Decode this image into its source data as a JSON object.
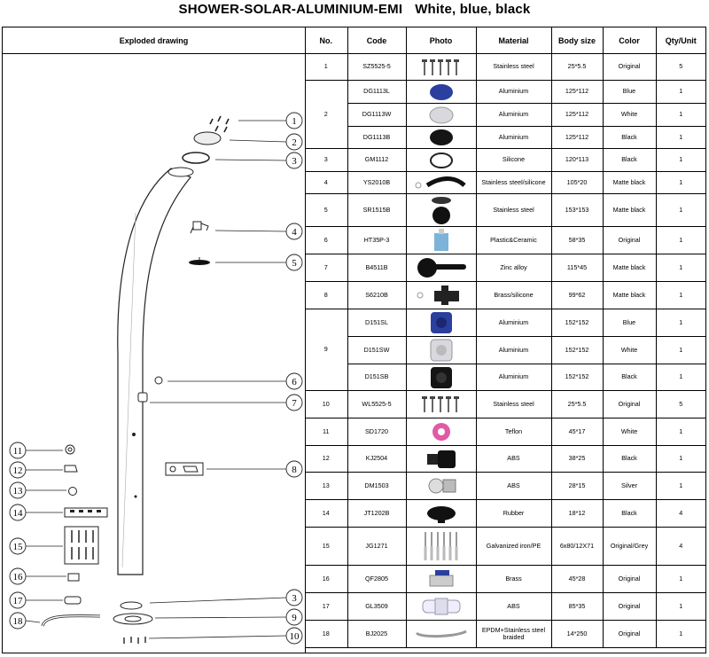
{
  "title": "SHOWER-SOLAR-ALUMINIUM-EMI",
  "variants": "White, blue, black",
  "columns": {
    "drawing": "Exploded drawing",
    "no": "No.",
    "code": "Code",
    "photo": "Photo",
    "material": "Material",
    "size": "Body size",
    "color": "Color",
    "qty": "Qty/Unit"
  },
  "drawing_callouts": [
    "1",
    "2",
    "3",
    "4",
    "5",
    "6",
    "7",
    "8",
    "3",
    "9",
    "10",
    "11",
    "12",
    "13",
    "14",
    "15",
    "16",
    "17",
    "18"
  ],
  "parts": [
    {
      "no": "1",
      "code": "SZ5525-5",
      "photo": "screws-icon",
      "material": "Stainless steel",
      "size": "25*5.5",
      "color": "Original",
      "qty": "5"
    },
    {
      "no": "2",
      "code": "DG1113L",
      "photo": "cap-blue-icon",
      "material": "Aluminium",
      "size": "125*112",
      "color": "Blue",
      "qty": "1"
    },
    {
      "no": "",
      "code": "DG1113W",
      "photo": "cap-white-icon",
      "material": "Aluminium",
      "size": "125*112",
      "color": "White",
      "qty": "1"
    },
    {
      "no": "",
      "code": "DG1113B",
      "photo": "cap-black-icon",
      "material": "Aluminium",
      "size": "125*112",
      "color": "Black",
      "qty": "1"
    },
    {
      "no": "3",
      "code": "GM1112",
      "photo": "gasket-icon",
      "material": "Silicone",
      "size": "120*113",
      "color": "Black",
      "qty": "1"
    },
    {
      "no": "4",
      "code": "YS2010B",
      "photo": "shower-arm-icon",
      "material": "Stainless steel/silicone",
      "size": "105*20",
      "color": "Matte black",
      "qty": "1"
    },
    {
      "no": "5",
      "code": "SR1515B",
      "photo": "shower-head-icon",
      "material": "Stainless steel",
      "size": "153*153",
      "color": "Matte black",
      "qty": "1"
    },
    {
      "no": "6",
      "code": "HT35P-3",
      "photo": "cartridge-icon",
      "material": "Plastic&Ceramic",
      "size": "58*35",
      "color": "Original",
      "qty": "1"
    },
    {
      "no": "7",
      "code": "B4511B",
      "photo": "handle-icon",
      "material": "Zinc alloy",
      "size": "115*45",
      "color": "Matte black",
      "qty": "1"
    },
    {
      "no": "8",
      "code": "S6210B",
      "photo": "valve-icon",
      "material": "Brass/silicone",
      "size": "99*62",
      "color": "Matte black",
      "qty": "1"
    },
    {
      "no": "9",
      "code": "D151SL",
      "photo": "base-blue-icon",
      "material": "Aluminium",
      "size": "152*152",
      "color": "Blue",
      "qty": "1"
    },
    {
      "no": "",
      "code": "D151SW",
      "photo": "base-white-icon",
      "material": "Aluminium",
      "size": "152*152",
      "color": "White",
      "qty": "1"
    },
    {
      "no": "",
      "code": "D151SB",
      "photo": "base-black-icon",
      "material": "Aluminium",
      "size": "152*152",
      "color": "Black",
      "qty": "1"
    },
    {
      "no": "10",
      "code": "WL5525-5",
      "photo": "screws-icon",
      "material": "Stainless steel",
      "size": "25*5.5",
      "color": "Original",
      "qty": "5"
    },
    {
      "no": "11",
      "code": "SD1720",
      "photo": "teflon-tape-icon",
      "material": "Teflon",
      "size": "45*17",
      "color": "White",
      "qty": "1"
    },
    {
      "no": "12",
      "code": "KJ2504",
      "photo": "connector-icon",
      "material": "ABS",
      "size": "38*25",
      "color": "Black",
      "qty": "1"
    },
    {
      "no": "13",
      "code": "DM1503",
      "photo": "nut-icon",
      "material": "ABS",
      "size": "28*15",
      "color": "Silver",
      "qty": "1"
    },
    {
      "no": "14",
      "code": "JT1202B",
      "photo": "plug-icon",
      "material": "Rubber",
      "size": "18*12",
      "color": "Black",
      "qty": "4"
    },
    {
      "no": "15",
      "code": "JG1271",
      "photo": "anchors-icon",
      "material": "Galvanized iron/PE",
      "size": "6x80/12X71",
      "color": "Original/Grey",
      "qty": "4"
    },
    {
      "no": "16",
      "code": "QF2805",
      "photo": "ball-valve-icon",
      "material": "Brass",
      "size": "45*28",
      "color": "Original",
      "qty": "1"
    },
    {
      "no": "17",
      "code": "GL3509",
      "photo": "filter-icon",
      "material": "ABS",
      "size": "85*35",
      "color": "Original",
      "qty": "1"
    },
    {
      "no": "18",
      "code": "BJ2025",
      "photo": "hose-icon",
      "material": "EPDM+Stainless steel braided",
      "size": "14*250",
      "color": "Original",
      "qty": "1"
    }
  ],
  "colors": {
    "blue": "#2b3f9e",
    "white": "#d8d8de",
    "black": "#151515",
    "teflon": "#e25aa5",
    "cartridge": "#7db3d8"
  }
}
